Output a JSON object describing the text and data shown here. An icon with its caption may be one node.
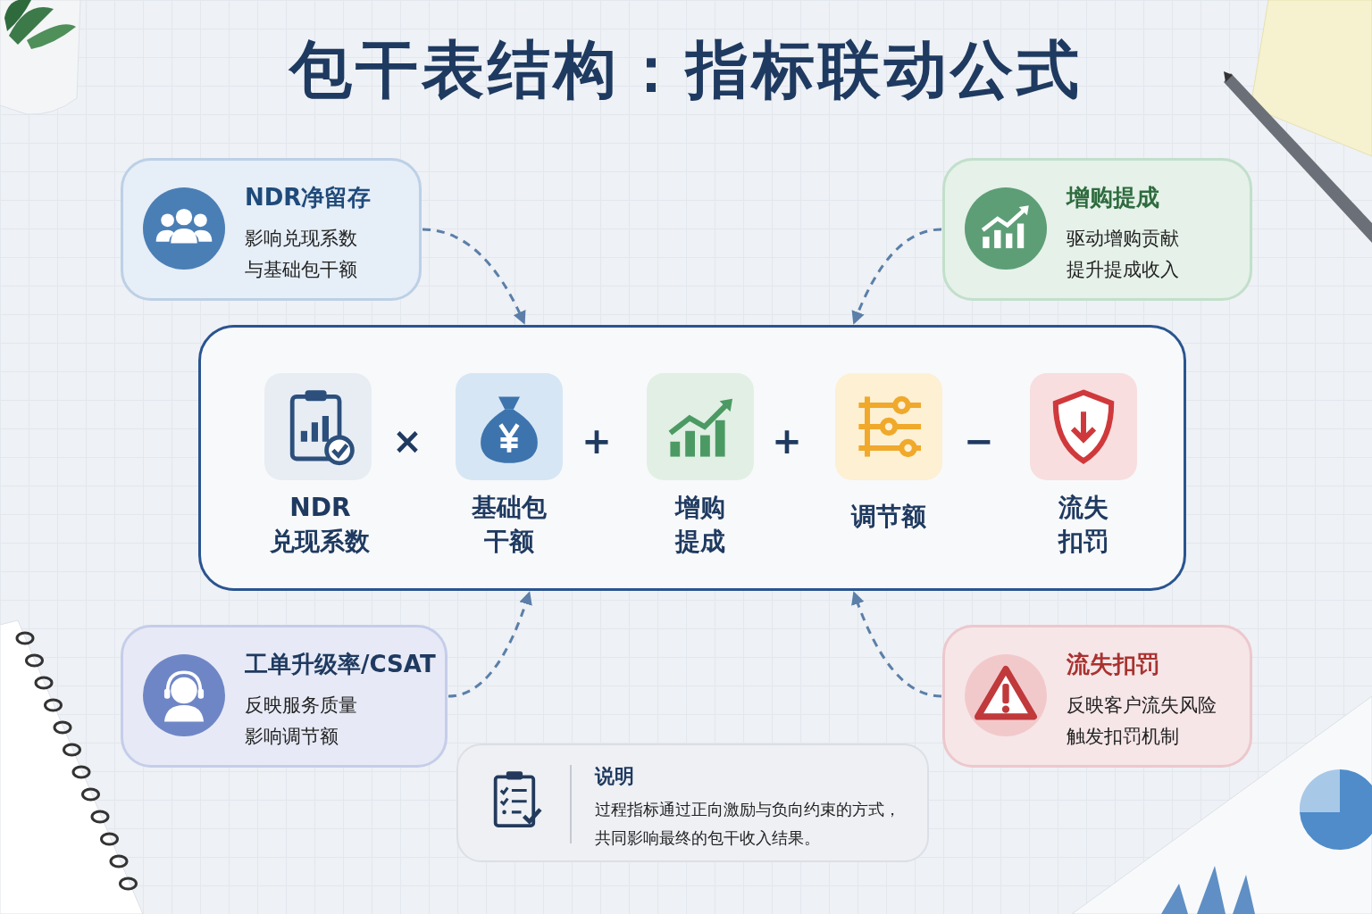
{
  "diagram": {
    "title": "包干表结构：指标联动公式",
    "nodes": [
      {
        "text": [
          "NDR净留存",
          "影响兑现系数与基础包干额"
        ]
      },
      {
        "text": [
          "增购提成",
          "驱动增购贡献提升提成收入"
        ]
      },
      {
        "text": [],
        "shape": "box"
      },
      {
        "text": [
          "NDR 兑现系数"
        ],
        "in": 2
      },
      {
        "text": [
          "基础包干额"
        ],
        "in": 2
      },
      {
        "text": [
          "增购提成"
        ],
        "in": 2
      },
      {
        "text": [
          "调节额"
        ],
        "in": 2
      },
      {
        "text": [
          "流失扣罚"
        ],
        "in": 2
      },
      {
        "text": [
          "工单升级率/CSAT",
          "反映服务质量影响调节额"
        ]
      },
      {
        "text": [
          "流失扣罚",
          "反映客户流失风险触发扣罚机制"
        ]
      },
      {
        "text": [
          "说明",
          "过程指标通过正向激励与负向约束的方式，共同影响最终的包干收入结果。"
        ]
      }
    ],
    "edges": [
      {
        "from": 0,
        "to": 2,
        "arrow": "to",
        "style": "dashed"
      },
      {
        "from": 1,
        "to": 2,
        "arrow": "to",
        "style": "dashed"
      },
      {
        "from": 8,
        "to": 2,
        "arrow": "to",
        "style": "dashed"
      },
      {
        "from": 9,
        "to": 2,
        "arrow": "to",
        "style": "dashed"
      }
    ],
    "labels": [
      "×",
      "+",
      "+",
      "−"
    ]
  }
}
